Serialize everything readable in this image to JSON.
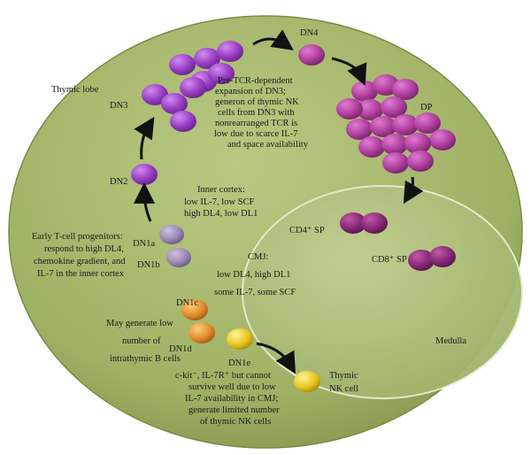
{
  "labels": {
    "thymic_lobe": "Thymic lobe",
    "dn3": "DN3",
    "dn4": "DN4",
    "dp": "DP",
    "dn2": "DN2",
    "dn1a": "DN1a",
    "dn1b": "DN1b",
    "dn1c": "DN1c",
    "dn1d": "DN1d",
    "dn1e": "DN1e",
    "cd4sp": "CD4⁺ SP",
    "cd8sp": "CD8⁺ SP",
    "medulla": "Medulla",
    "thymic_nk": [
      "Thymic",
      "NK cell"
    ]
  },
  "notes": {
    "dn3_expansion": [
      "Pre-TCR-dependent",
      "expansion of DN3;",
      "generon of thymic NK",
      "cells from DN3 with",
      "nonrearranged TCR is",
      "low due to scarce IL-7",
      "and space availability"
    ],
    "inner_cortex": [
      "Inner cortex:",
      "low IL-7, low SCF",
      "high DL4, low DL1"
    ],
    "early_progenitors": [
      "Early T-cell progenitors:",
      "respond to high DL4,",
      "chemokine gradient, and",
      "IL-7 in the inner cortex"
    ],
    "cmj": [
      "CMJ:",
      "low DL4, high DL1",
      "some IL-7, some SCF"
    ],
    "b_cells": [
      "May generate low",
      "number of",
      "intrathymic B cells"
    ],
    "dn1e_note": [
      "c-kit⁻, IL-7R⁺ but cannot",
      "survive well due to low",
      "IL-7 availability in CMJ;",
      "generate limited number",
      "of thymic NK cells"
    ]
  },
  "colors": {
    "lobe_fill": "#a8b870",
    "lobe_edge": "#7d8f45",
    "medulla_fill": "#b8c688",
    "purple": "#9a3fc4",
    "magenta": "#b0409e",
    "dark_magenta": "#8a2a78",
    "lavender": "#9a86b4",
    "orange": "#e08a2a",
    "yellow": "#e8c51c"
  }
}
